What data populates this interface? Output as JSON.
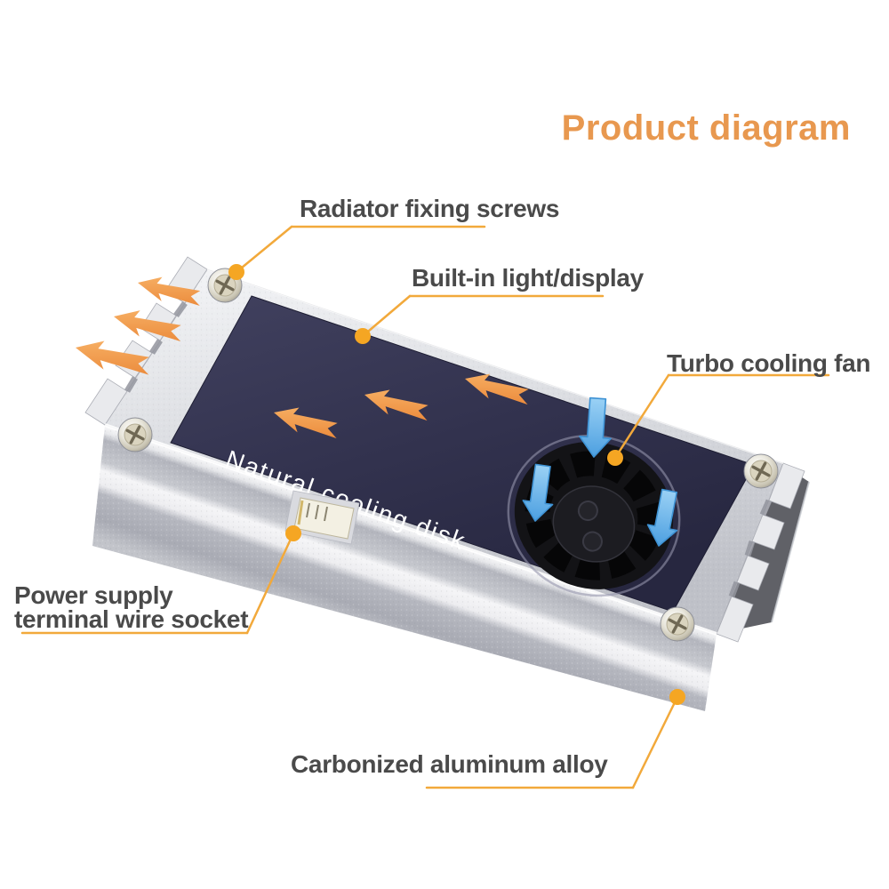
{
  "title": {
    "text": "Product diagram",
    "color": "#E8984F"
  },
  "callouts": {
    "radiator": {
      "text": "Radiator fixing screws"
    },
    "display": {
      "text": "Built-in light/display"
    },
    "fan": {
      "text": "Turbo cooling fan"
    },
    "power": {
      "line1": "Power supply",
      "line2": "terminal wire socket"
    },
    "alloy": {
      "text": "Carbonized aluminum alloy"
    }
  },
  "product": {
    "panel_text": "Natural cooling disk"
  },
  "colors": {
    "accent_orange": "#F2A93B",
    "leader_dot": "#F5A623",
    "label_text": "#4A4A4A",
    "title_orange": "#E8984F",
    "airflow_arrow": "#F0944C",
    "fan_intake_arrow": "#5FABE4",
    "panel_navy": "#32324E",
    "metal_silver": "#D9DADF"
  }
}
